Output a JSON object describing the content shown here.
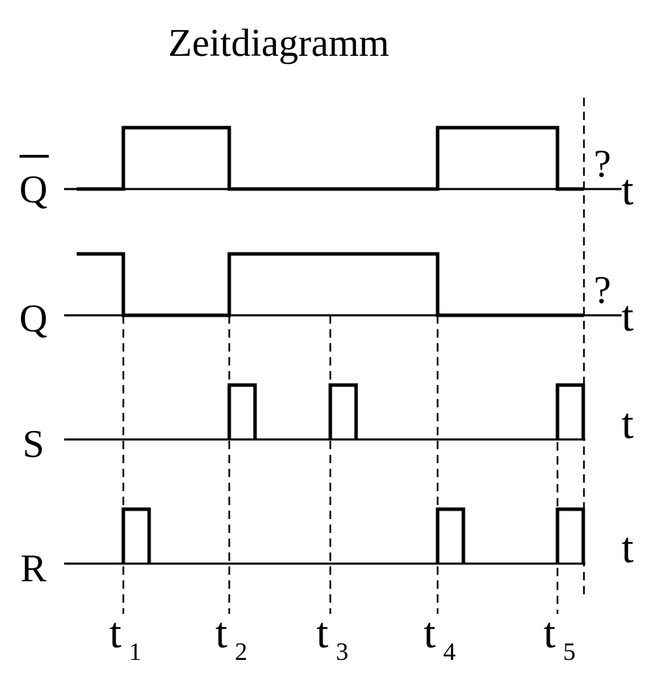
{
  "title": "Zeitdiagramm",
  "time_axis_label": "t",
  "unknown_marker": "?",
  "signals": [
    {
      "id": "qbar",
      "label": "Q",
      "overline": true,
      "unknown_end": true,
      "levels": [
        0,
        1,
        0,
        0,
        1,
        0
      ]
    },
    {
      "id": "q",
      "label": "Q",
      "overline": false,
      "unknown_end": true,
      "levels": [
        1,
        0,
        1,
        1,
        0,
        0
      ]
    },
    {
      "id": "s",
      "label": "S",
      "overline": false,
      "unknown_end": false,
      "pulses_at": [
        2,
        3,
        5
      ]
    },
    {
      "id": "r",
      "label": "R",
      "overline": false,
      "unknown_end": false,
      "pulses_at": [
        1,
        4,
        5
      ]
    }
  ],
  "time_markers": [
    {
      "base": "t",
      "sub": "1"
    },
    {
      "base": "t",
      "sub": "2"
    },
    {
      "base": "t",
      "sub": "3"
    },
    {
      "base": "t",
      "sub": "4"
    },
    {
      "base": "t",
      "sub": "5"
    }
  ]
}
